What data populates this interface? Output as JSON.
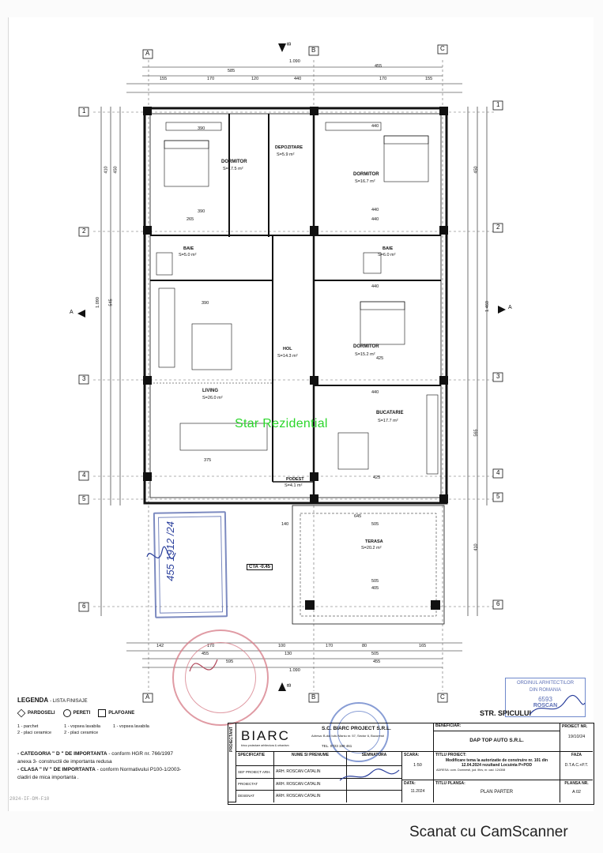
{
  "watermark": "Star Rezidential",
  "scanner_label": "Scanat cu CamScanner",
  "footnote": "2024-IF-DM-F10",
  "axes": {
    "cols": [
      "A",
      "B",
      "C"
    ],
    "rows": [
      "1",
      "2",
      "3",
      "4",
      "5",
      "6"
    ],
    "section_marks": [
      "A",
      "B"
    ]
  },
  "dimensions": {
    "top_total": "1.090",
    "top_585": "585",
    "top_455": "455",
    "top_440": "440",
    "top_row": [
      "155",
      "170",
      "120",
      "170",
      "155"
    ],
    "bottom_row": [
      "142",
      "170",
      "100",
      "170",
      "80",
      "165"
    ],
    "bottom_455": "455",
    "bottom_130": "130",
    "bottom_595": "595",
    "bottom_505": "505",
    "bottom_total": "1.090",
    "left_total": "1.090",
    "left_545": "545",
    "left_450": "450",
    "left_410": "410",
    "right_1460": "1.460",
    "right_565": "565",
    "right_450": "450",
    "right_410": "410",
    "cta": "CTA -0.45"
  },
  "rooms": [
    {
      "name": "DORMITOR",
      "area": "S=17.5 m²"
    },
    {
      "name": "DEPOZITARE",
      "area": "S=5.9 m²"
    },
    {
      "name": "DORMITOR",
      "area": "S=16.7 m²"
    },
    {
      "name": "BAIE",
      "area": "S=5.0 m²"
    },
    {
      "name": "BAIE",
      "area": "S=6.0 m²"
    },
    {
      "name": "HOL",
      "area": "S=14.3 m²"
    },
    {
      "name": "DORMITOR",
      "area": "S=15.2 m²"
    },
    {
      "name": "LIVING",
      "area": "S=26.0 m²"
    },
    {
      "name": "BUCATARIE",
      "area": "S=17.7 m²"
    },
    {
      "name": "PODEST",
      "area": "S=4.1 m²"
    },
    {
      "name": "TERASA",
      "area": "S=20.2 m²"
    }
  ],
  "room_dims": [
    "390",
    "390",
    "440",
    "440",
    "265",
    "440",
    "390",
    "440",
    "425",
    "440",
    "375",
    "425",
    "645",
    "505",
    "505",
    "405",
    "140"
  ],
  "legend": {
    "title": "LEGENDA",
    "subtitle": "- LISTA FINISAJE",
    "items": [
      "PARDOSELI",
      "PERETI",
      "PLAFOANE"
    ],
    "finishes": [
      [
        "1 - parchet",
        "2 - placi ceramice"
      ],
      [
        "1 - vopsea lavabila",
        "2 - placi ceramice"
      ],
      [
        "1 - vopsea lavabila"
      ]
    ]
  },
  "categories": [
    {
      "bold": "- CATEGORIA \" D \" DE IMPORTANTA",
      "text": " - conform HGR nr. 766/1997"
    },
    {
      "bold": "",
      "text": "anexa 3- constructii de importanta redusa"
    },
    {
      "bold": "- CLASA \" IV \" DE IMPORTANTA",
      "text": " - conform Normativului P100-1/2003-"
    },
    {
      "bold": "",
      "text": "cladiri de mica importanta ."
    }
  ],
  "street": "STR. SPICULUI",
  "stamps": {
    "blue_number": "455 1912 /24",
    "ordin": [
      "ORDINUL ARHITECTILOR",
      "DIN ROMANIA",
      "6593",
      "ROSCAN"
    ]
  },
  "title_block": {
    "side_label": "PROIECTANT",
    "company": "S.C. BIARC PROJECT S.R.L.",
    "address": "Adresa: B-dul Iuliu Maniu nr. 57, Sector 6, Bucuresti",
    "phone": "TEL. 0723 199 461",
    "logo": "BIARC",
    "logo_sub": "birou proiectare arhitectura & urbanism",
    "beneficiar_label": "BENEFICIAR:",
    "beneficiar": "DAP TOP AUTO S.R.L.",
    "proiect_nr_label": "PROIECT NR.",
    "proiect_nr": "19/10/24",
    "specificatie": "SPECIFICATIE",
    "nume": "NUME SI PRENUME",
    "semnatura": "SEMNATURA",
    "scara_label": "SCARA:",
    "scara": "1:50",
    "titlu_proiect_label": "TITLU PROIECT:",
    "titlu_proiect": "Modificare tema la autorizatie de construire nr. 101 din 12.04.2024 rezultand Locuinta P+POD",
    "adresa_proiect": "ADRESA: com. Domnesti, jud. Ilfov, nr. cad. 124308",
    "faza_label": "FAZA",
    "faza": "D.T.A.C.+P.T.",
    "roles": [
      {
        "role": "SEF PROIECT ARH.",
        "name": "ARH. ROSCAN CATALIN"
      },
      {
        "role": "PROIECTAT",
        "name": "ARH. ROSCAN CATALIN"
      },
      {
        "role": "DESENAT",
        "name": "ARH. ROSCAN CATALIN"
      }
    ],
    "data_label": "DATA:",
    "data": "11.2024",
    "titlu_plansa_label": "TITLU PLANSA:",
    "titlu_plansa": "PLAN PARTER",
    "plansa_nr_label": "PLANSA NR.",
    "plansa_nr": "A 02"
  }
}
